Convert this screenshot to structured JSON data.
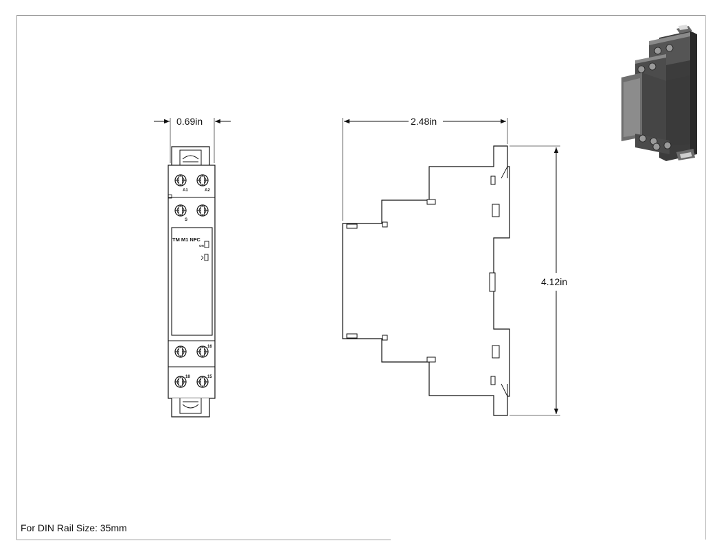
{
  "dimensions": {
    "width": "0.69in",
    "depth": "2.48in",
    "height": "4.12in"
  },
  "device_label": "TM M1 NFC",
  "terminals": {
    "a1": "A1",
    "a2": "A2",
    "s": "S",
    "t16a": "16",
    "t18": "18",
    "t15": "15"
  },
  "indicator_label": "ON",
  "note": "For DIN Rail Size: 35mm"
}
